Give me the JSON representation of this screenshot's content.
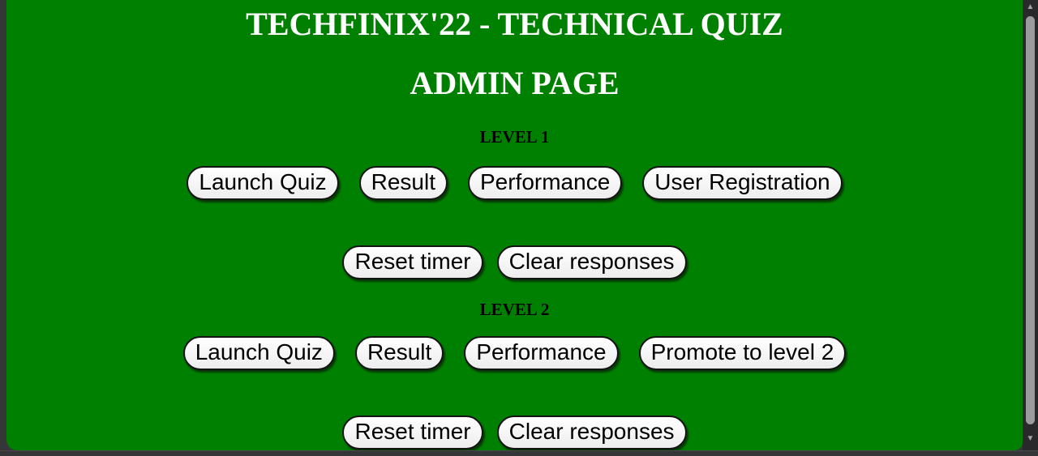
{
  "page": {
    "title": "TECHFINIX'22 - TECHNICAL QUIZ",
    "subtitle": "ADMIN PAGE",
    "colors": {
      "page_background": "#008000",
      "frame_background": "#353638",
      "title_text": "#ffffff",
      "heading_text": "#000000",
      "button_background": "#f4f4f4",
      "button_border": "#131313",
      "button_text": "#000000",
      "scrollbar_track": "#29292c",
      "scrollbar_thumb": "#9b9b9d"
    }
  },
  "sections": [
    {
      "heading": "LEVEL 1",
      "action_buttons": [
        "Launch Quiz",
        "Result",
        "Performance",
        "User Registration"
      ],
      "utility_buttons": [
        "Reset timer",
        "Clear responses"
      ]
    },
    {
      "heading": "LEVEL 2",
      "action_buttons": [
        "Launch Quiz",
        "Result",
        "Performance",
        "Promote to level 2"
      ],
      "utility_buttons": [
        "Reset timer",
        "Clear responses"
      ]
    }
  ],
  "scrollbar": {
    "up_arrow": "▲",
    "down_arrow": "▼"
  }
}
